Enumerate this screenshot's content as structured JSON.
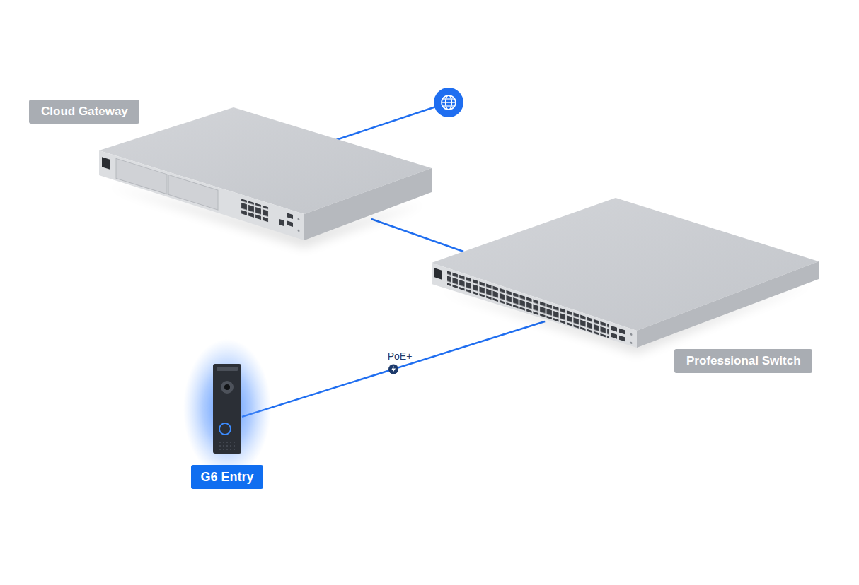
{
  "diagram": {
    "nodes": [
      {
        "text": [
          "Cloud Gateway"
        ]
      },
      {
        "text": [
          "Professional Switch"
        ]
      },
      {
        "text": [
          "G6 Entry"
        ]
      }
    ],
    "edges": [
      {
        "from": 0,
        "to": 1,
        "arrow": "none"
      },
      {
        "from": 1,
        "to": 2,
        "label": "PoE+",
        "arrow": "none"
      }
    ]
  }
}
